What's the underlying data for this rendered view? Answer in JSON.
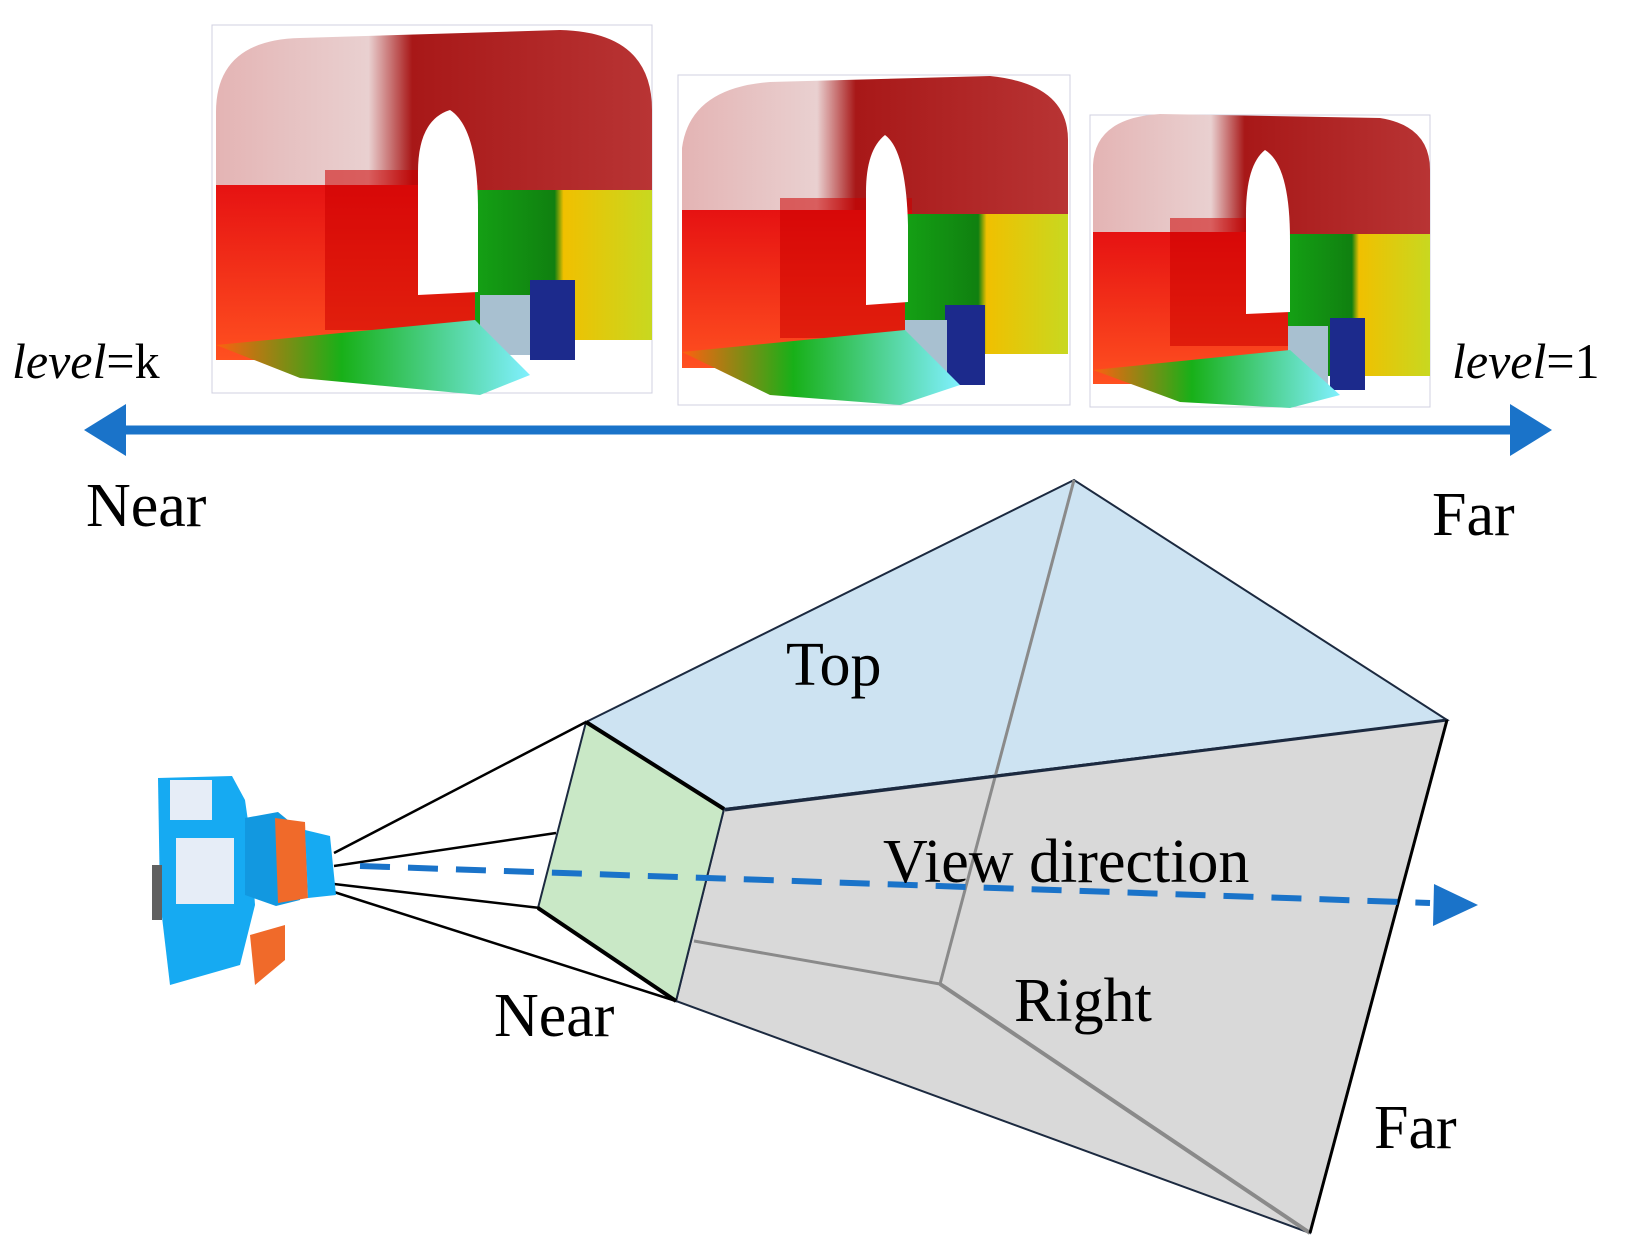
{
  "axis": {
    "left_level": {
      "word": "level",
      "value": "=k"
    },
    "right_level": {
      "word": "level",
      "value": "=1"
    },
    "near_label": "Near",
    "far_label": "Far",
    "color": "#1a73c9"
  },
  "frustum": {
    "top_label": "Top",
    "view_direction_label": "View direction",
    "right_label": "Right",
    "near_label": "Near",
    "far_label": "Far",
    "colors": {
      "top": "#cde3f2",
      "right": "#d9d9d9",
      "near": "#c9e8c6",
      "edge": "#1c2a40",
      "arrow": "#1a73c9"
    }
  },
  "lod_models": {
    "count": 3,
    "colors": {
      "arch": "#b02020",
      "wall": "#e81010",
      "green": "#18a018",
      "yellow": "#f0b800",
      "blue": "#1c2a8c",
      "cyan": "#80f0ff"
    }
  },
  "camera": {
    "icon": "camera-icon",
    "body_color": "#16aaf2",
    "lens_color": "#f06a2a"
  }
}
